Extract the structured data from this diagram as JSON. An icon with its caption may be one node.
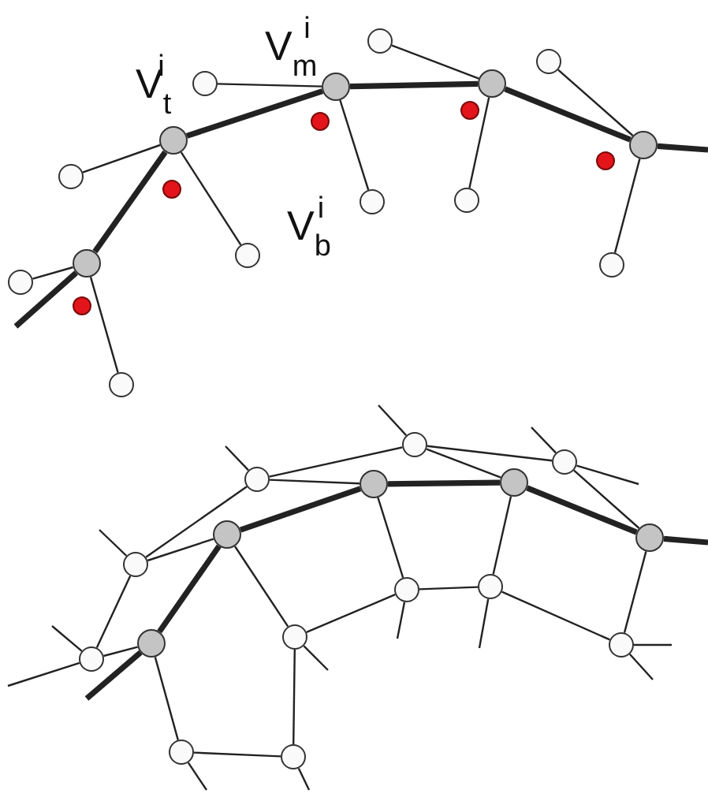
{
  "diagram": {
    "nodes": [
      {
        "text": [],
        "shape": "circle"
      },
      {
        "text": [],
        "shape": "circle"
      },
      {
        "text": [],
        "shape": "circle"
      },
      {
        "text": [],
        "shape": "circle"
      },
      {
        "text": [],
        "shape": "circle"
      },
      {
        "text": [],
        "shape": "circle"
      },
      {
        "text": [],
        "shape": "circle"
      },
      {
        "text": [],
        "shape": "circle"
      },
      {
        "text": [],
        "shape": "circle"
      },
      {
        "text": [],
        "shape": "circle"
      },
      {
        "text": [],
        "shape": "circle"
      },
      {
        "text": [],
        "shape": "circle"
      },
      {
        "text": [],
        "shape": "circle"
      },
      {
        "text": [],
        "shape": "circle"
      },
      {
        "text": [],
        "shape": "circle"
      },
      {
        "text": [],
        "shape": "circle"
      },
      {
        "text": [],
        "shape": "circle"
      },
      {
        "text": [],
        "shape": "circle"
      },
      {
        "text": [],
        "shape": "circle"
      },
      {
        "text": [],
        "shape": "circle"
      },
      {
        "text": [],
        "shape": "circle"
      },
      {
        "text": [],
        "shape": "circle"
      },
      {
        "text": [],
        "shape": "circle"
      },
      {
        "text": [],
        "shape": "circle"
      },
      {
        "text": [],
        "shape": "circle"
      },
      {
        "text": [],
        "shape": "circle"
      },
      {
        "text": [],
        "shape": "circle"
      },
      {
        "text": [],
        "shape": "circle"
      },
      {
        "text": [],
        "shape": "circle"
      },
      {
        "text": [],
        "shape": "circle"
      },
      {
        "text": [],
        "shape": "circle"
      },
      {
        "text": [],
        "shape": "circle"
      },
      {
        "text": [],
        "shape": "circle"
      },
      {
        "text": [],
        "shape": "circle"
      },
      {
        "text": [],
        "shape": "circle"
      },
      {
        "text": [],
        "shape": "circle"
      }
    ],
    "edges": [
      {
        "from": null,
        "to": 0,
        "arrow": "none",
        "style": "thick"
      },
      {
        "from": 0,
        "to": 1,
        "arrow": "none",
        "style": "thick"
      },
      {
        "from": 1,
        "to": 2,
        "arrow": "none",
        "style": "thick"
      },
      {
        "from": 2,
        "to": 3,
        "arrow": "none",
        "style": "thick"
      },
      {
        "from": 3,
        "to": 4,
        "arrow": "none",
        "style": "thick"
      },
      {
        "from": 4,
        "to": null,
        "arrow": "none",
        "style": "thick"
      },
      {
        "from": 2,
        "to": 5,
        "arrow": "none"
      },
      {
        "from": 1,
        "to": 6,
        "arrow": "none"
      },
      {
        "from": 1,
        "to": 7,
        "arrow": "none"
      },
      {
        "from": 0,
        "to": 8,
        "arrow": "none"
      },
      {
        "from": 0,
        "to": 9,
        "arrow": "none"
      },
      {
        "from": 2,
        "to": 10,
        "arrow": "none"
      },
      {
        "from": 3,
        "to": 11,
        "arrow": "none"
      },
      {
        "from": 3,
        "to": 12,
        "arrow": "none"
      },
      {
        "from": 4,
        "to": 13,
        "arrow": "none"
      },
      {
        "from": 4,
        "to": 14,
        "arrow": "none"
      },
      {
        "from": null,
        "to": 20,
        "arrow": "none",
        "style": "thick"
      },
      {
        "from": 20,
        "to": 21,
        "arrow": "none",
        "style": "thick"
      },
      {
        "from": 21,
        "to": 22,
        "arrow": "none",
        "style": "thick"
      },
      {
        "from": 22,
        "to": 23,
        "arrow": "none",
        "style": "thick"
      },
      {
        "from": 23,
        "to": 24,
        "arrow": "none",
        "style": "thick"
      },
      {
        "from": 24,
        "to": null,
        "arrow": "none",
        "style": "thick"
      },
      {
        "from": 25,
        "to": 22,
        "arrow": "none"
      },
      {
        "from": 25,
        "to": 26,
        "arrow": "none"
      },
      {
        "from": 25,
        "to": 28,
        "arrow": "none"
      },
      {
        "from": 25,
        "to": null,
        "arrow": "none"
      },
      {
        "from": 26,
        "to": 27,
        "arrow": "none"
      },
      {
        "from": 26,
        "to": 23,
        "arrow": "none"
      },
      {
        "from": 26,
        "to": null,
        "arrow": "none"
      },
      {
        "from": 27,
        "to": 24,
        "arrow": "none"
      },
      {
        "from": 27,
        "to": null,
        "arrow": "none"
      },
      {
        "from": 27,
        "to": null,
        "arrow": "none"
      },
      {
        "from": 28,
        "to": 21,
        "arrow": "none"
      },
      {
        "from": 28,
        "to": 29,
        "arrow": "none"
      },
      {
        "from": 28,
        "to": null,
        "arrow": "none"
      },
      {
        "from": 29,
        "to": 20,
        "arrow": "none"
      },
      {
        "from": 29,
        "to": null,
        "arrow": "none"
      },
      {
        "from": 29,
        "to": null,
        "arrow": "none"
      },
      {
        "from": 30,
        "to": 21,
        "arrow": "none"
      },
      {
        "from": 30,
        "to": 31,
        "arrow": "none"
      },
      {
        "from": 30,
        "to": 35,
        "arrow": "none"
      },
      {
        "from": 30,
        "to": null,
        "arrow": "none"
      },
      {
        "from": 31,
        "to": 22,
        "arrow": "none"
      },
      {
        "from": 31,
        "to": 32,
        "arrow": "none"
      },
      {
        "from": 31,
        "to": null,
        "arrow": "none"
      },
      {
        "from": 32,
        "to": 23,
        "arrow": "none"
      },
      {
        "from": 32,
        "to": 33,
        "arrow": "none"
      },
      {
        "from": 32,
        "to": null,
        "arrow": "none"
      },
      {
        "from": 33,
        "to": 24,
        "arrow": "none"
      },
      {
        "from": 33,
        "to": null,
        "arrow": "none"
      },
      {
        "from": 33,
        "to": null,
        "arrow": "none"
      },
      {
        "from": 35,
        "to": 34,
        "arrow": "none"
      },
      {
        "from": 35,
        "to": null,
        "arrow": "none"
      },
      {
        "from": 34,
        "to": 20,
        "arrow": "none"
      },
      {
        "from": 34,
        "to": null,
        "arrow": "none"
      }
    ],
    "labels": [
      "V$_{m}$$^{i}$",
      "V$_{t}$$^{i}$",
      "V$_{b}$$^{i}$"
    ]
  }
}
